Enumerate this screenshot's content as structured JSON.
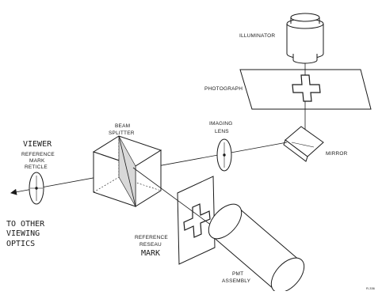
{
  "labels": {
    "illuminator": "ILLUMINATOR",
    "photograph": "PHOTOGRAPH",
    "imaging_lens": [
      "IMAGING",
      "LENS"
    ],
    "mirror": "MIRROR",
    "beam_splitter": [
      "BEAM",
      "SPLITTER"
    ],
    "viewer": "VIEWER",
    "reference_mark_reticle": [
      "REFERENCE",
      "MARK",
      "RETICLE"
    ],
    "to_other_viewing_optics": [
      "TO OTHER",
      "VIEWING",
      "OPTICS"
    ],
    "reference_reseau_mark": [
      "REFERENCE",
      "RESEAU",
      "MARK"
    ],
    "pmt_assembly": [
      "PMT",
      "ASSEMBLY"
    ],
    "figure_code": "R-336"
  }
}
